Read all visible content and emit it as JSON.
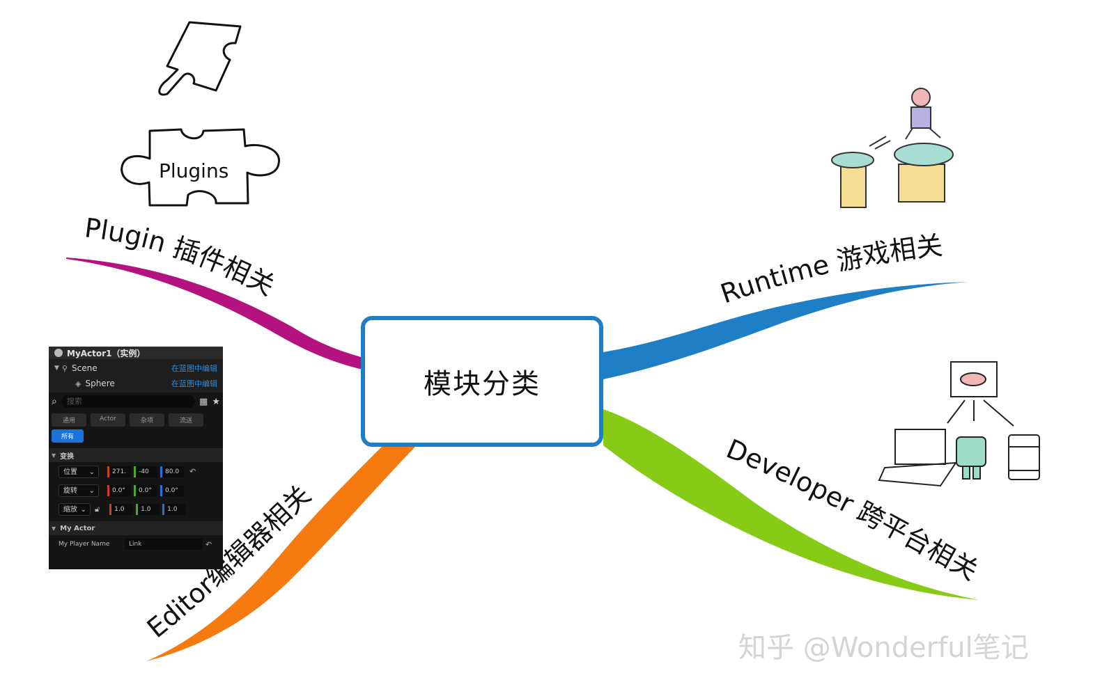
{
  "center": {
    "label": "模块分类"
  },
  "branches": [
    {
      "key": "plugin",
      "label": "Plugin 插件相关",
      "color": "#b4127f"
    },
    {
      "key": "runtime",
      "label": "Runtime 游戏相关",
      "color": "#1f7fc6"
    },
    {
      "key": "developer",
      "label": "Developer 跨平台相关",
      "color": "#86cc16"
    },
    {
      "key": "editor",
      "label": "Editor编辑器相关",
      "color": "#f57a0f"
    }
  ],
  "plugins_sketch": {
    "text": "Plugins",
    "icon": "puzzle-piece-icon"
  },
  "runtime_sketch": {
    "icon": "platformer-game-character-icon"
  },
  "developer_sketch": {
    "icon": "cross-platform-devices-icon"
  },
  "editor_panel": {
    "title": "MyActor1（实例）",
    "tree": [
      {
        "name": "Scene",
        "action": "在蓝图中编辑"
      },
      {
        "name": "Sphere",
        "action": "在蓝图中编辑"
      }
    ],
    "search_placeholder": "搜索",
    "tabs": [
      "通用",
      "Actor",
      "杂项",
      "流送",
      "所有"
    ],
    "transform_section": "变换",
    "transform_rows": [
      {
        "label": "位置",
        "x": "271.",
        "y": "-40",
        "z": "80.0"
      },
      {
        "label": "旋转",
        "x": "0.0°",
        "y": "0.0°",
        "z": "0.0°"
      },
      {
        "label": "缩放",
        "x": "1.0",
        "y": "1.0",
        "z": "1.0"
      }
    ],
    "actor_section": "My Actor",
    "property": {
      "name": "My Player Name",
      "value": "Link"
    }
  },
  "watermark": "知乎 @Wonderful笔记"
}
